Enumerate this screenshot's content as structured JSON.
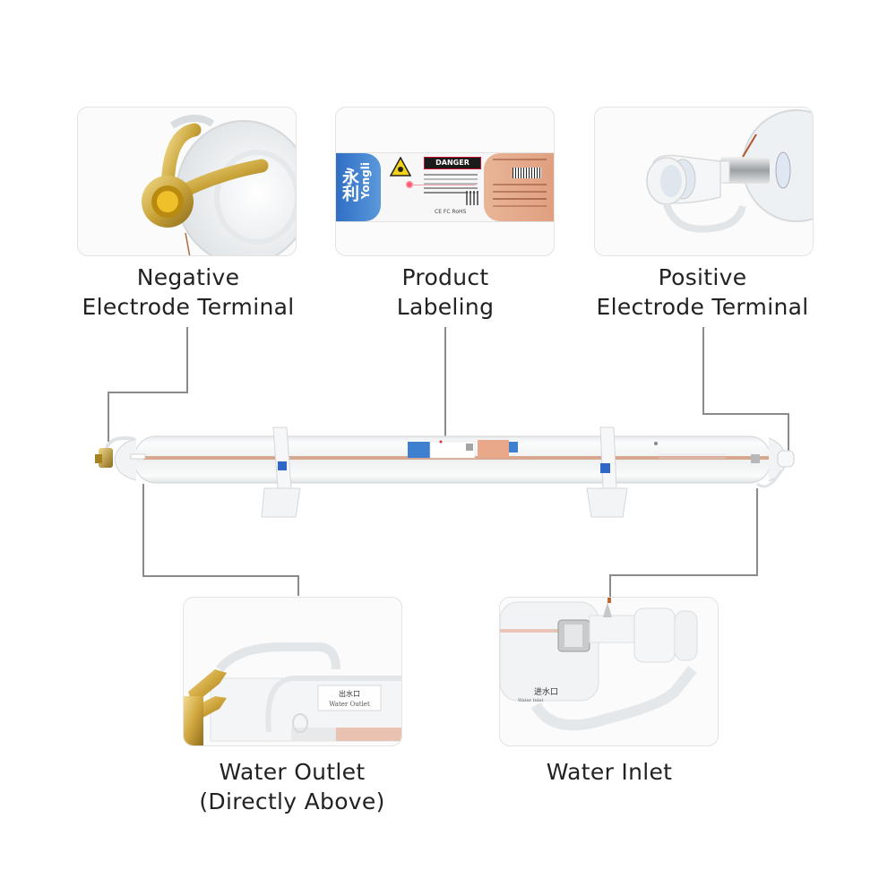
{
  "callouts": {
    "negative_electrode": {
      "line1": "Negative",
      "line2": "Electrode Terminal"
    },
    "product_labeling": {
      "line1": "Product",
      "line2": "Labeling"
    },
    "positive_electrode": {
      "line1": "Positive",
      "line2": "Electrode Terminal"
    },
    "water_outlet": {
      "line1": "Water Outlet",
      "line2": "(Directly Above)"
    },
    "water_inlet": {
      "line1": "Water Inlet"
    }
  },
  "label_sticker": {
    "brand_cn": "永利",
    "brand_en": "Yongli",
    "warning": "DANGER",
    "certs": "CE FC RoHS"
  },
  "outlet_sticker": {
    "cn": "出水口",
    "en": "Water Outlet"
  },
  "inlet_sticker": {
    "cn": "进水口",
    "en": "Water Inlet"
  },
  "colors": {
    "brass": "#c9a43a",
    "label_blue": "#3f7fd0",
    "label_copper": "#e2a283",
    "danger_red": "#c8102e",
    "connector_line": "#8a8a8a",
    "card_border": "#e3e3e3"
  }
}
